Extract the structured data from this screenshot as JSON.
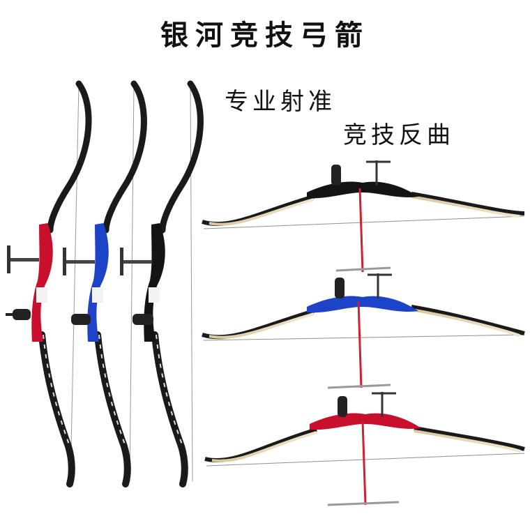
{
  "title": "银河竞技弓箭",
  "tagline_1": "专业射准",
  "tagline_2": "竞技反曲",
  "bow_colors": {
    "red": "#c8102e",
    "blue": "#1d43c8",
    "black": "#141414"
  }
}
